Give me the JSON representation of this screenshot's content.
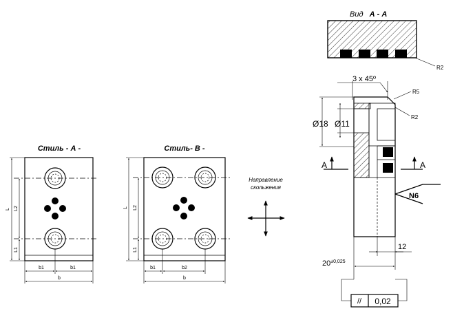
{
  "style_a": {
    "title": "Стиль - А -",
    "dim_L": "L",
    "dim_L2": "L2",
    "dim_L1": "L1",
    "dim_b1_left": "b1",
    "dim_b1_right": "b1",
    "dim_b": "b"
  },
  "style_b": {
    "title": "Стиль- В -",
    "dim_L": "L",
    "dim_L2": "L2",
    "dim_L1": "L1",
    "dim_b1": "b1",
    "dim_b2": "b2",
    "dim_b": "b"
  },
  "direction": {
    "line1": "Направление",
    "line2": "скольжения"
  },
  "view": {
    "title_prefix": "Вид",
    "title_section": "А - А",
    "radius_top": "R2"
  },
  "section": {
    "chamfer": "3 x 45º",
    "radius_5": "R5",
    "radius_2": "R2",
    "dia_18": "Ø18",
    "dia_11": "Ø11",
    "cut_left": "А",
    "cut_right": "А",
    "roughness": "N6",
    "dim_12": "12",
    "dim_20": "20",
    "tolerance_20": "±0,025",
    "parallel_symbol": "//",
    "parallel_value": "0,02"
  }
}
